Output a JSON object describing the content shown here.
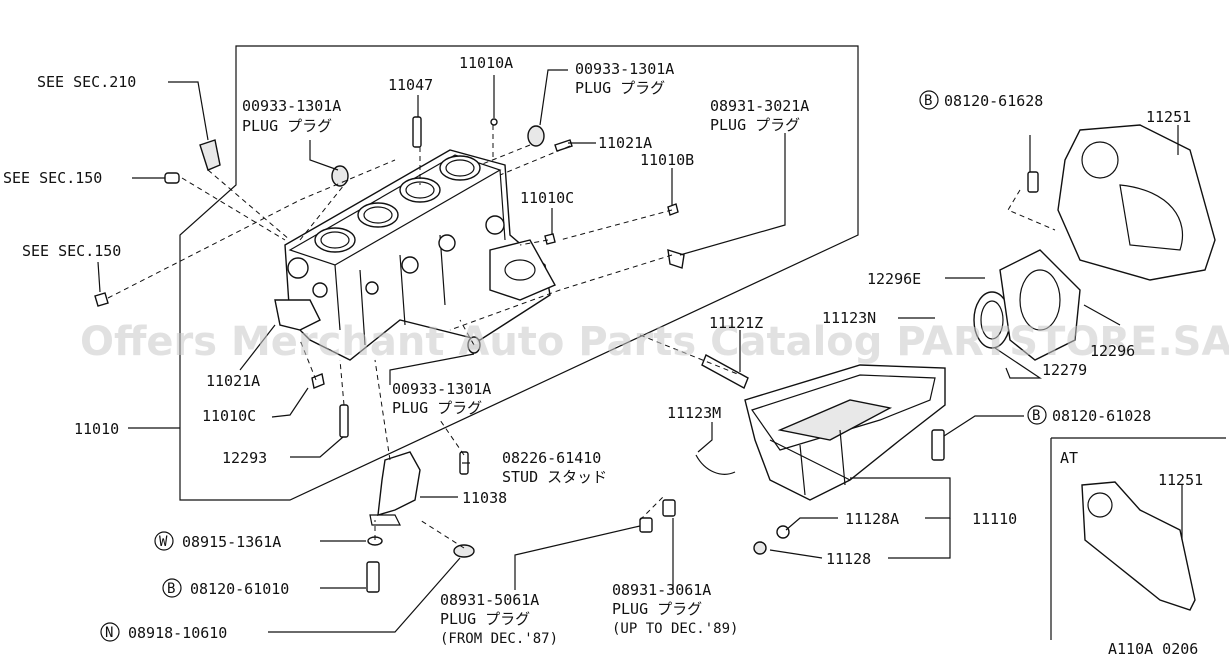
{
  "watermark": "Offers Merchant Auto Parts Catalog PARTSTORE.SA",
  "diagram_code": "A110A 0206",
  "inset_label": "AT",
  "callouts": [
    {
      "id": "see-sec-210",
      "text": "SEE SEC.210"
    },
    {
      "id": "see-sec-150-a",
      "text": "SEE SEC.150"
    },
    {
      "id": "see-sec-150-b",
      "text": "SEE SEC.150"
    },
    {
      "id": "p00933-1301a-left",
      "text": "00933-1301A",
      "sub": "PLUG プラグ"
    },
    {
      "id": "p11047",
      "text": "11047"
    },
    {
      "id": "p11010a",
      "text": "11010A"
    },
    {
      "id": "p00933-1301a-top",
      "text": "00933-1301A",
      "sub": "PLUG プラグ"
    },
    {
      "id": "p11021a-top",
      "text": "11021A"
    },
    {
      "id": "p11010b",
      "text": "11010B"
    },
    {
      "id": "p08931-3021a",
      "text": "08931-3021A",
      "sub": "PLUG プラグ"
    },
    {
      "id": "p11010c-top",
      "text": "11010C"
    },
    {
      "id": "p08120-61628",
      "text": "08120-61628",
      "prefix": "B"
    },
    {
      "id": "p11251",
      "text": "11251"
    },
    {
      "id": "p12296e",
      "text": "12296E"
    },
    {
      "id": "p11123n",
      "text": "11123N"
    },
    {
      "id": "p11121z",
      "text": "11121Z"
    },
    {
      "id": "p12296",
      "text": "12296"
    },
    {
      "id": "p12279",
      "text": "12279"
    },
    {
      "id": "p11021a-left",
      "text": "11021A"
    },
    {
      "id": "p11010c-left",
      "text": "11010C"
    },
    {
      "id": "p00933-1301a-bottom",
      "text": "00933-1301A",
      "sub": "PLUG プラグ"
    },
    {
      "id": "p11010",
      "text": "11010"
    },
    {
      "id": "p11123m",
      "text": "11123M"
    },
    {
      "id": "p08120-61028",
      "text": "08120-61028",
      "prefix": "B"
    },
    {
      "id": "p12293",
      "text": "12293"
    },
    {
      "id": "p08226-61410",
      "text": "08226-61410",
      "sub": "STUD スタッド"
    },
    {
      "id": "p11038",
      "text": "11038"
    },
    {
      "id": "p11128a",
      "text": "11128A"
    },
    {
      "id": "p11110",
      "text": "11110"
    },
    {
      "id": "p08915-1361a",
      "text": "08915-1361A",
      "prefix": "W"
    },
    {
      "id": "p11128",
      "text": "11128"
    },
    {
      "id": "p08120-61010",
      "text": "08120-61010",
      "prefix": "B"
    },
    {
      "id": "p08931-5061a",
      "text": "08931-5061A",
      "sub": "PLUG プラグ",
      "sub2": "(FROM DEC.'87)"
    },
    {
      "id": "p08931-3061a",
      "text": "08931-3061A",
      "sub": "PLUG プラグ",
      "sub2": "(UP TO DEC.'89)"
    },
    {
      "id": "p08918-10610",
      "text": "08918-10610",
      "prefix": "N"
    },
    {
      "id": "p11251-at",
      "text": "11251"
    }
  ]
}
